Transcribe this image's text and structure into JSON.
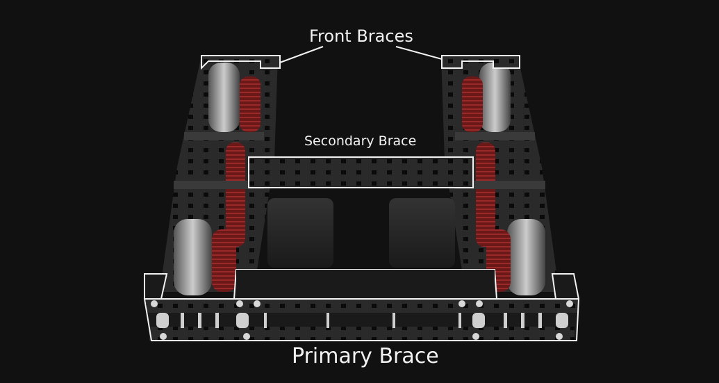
{
  "diagram": {
    "subject": "robot-chassis-render",
    "background": "#111111",
    "annotation_color": "#f2f2f2",
    "gear_color": "#7a1c1c",
    "labels": {
      "front_braces": "Front Braces",
      "secondary_brace": "Secondary Brace",
      "primary_brace": "Primary Brace"
    }
  }
}
